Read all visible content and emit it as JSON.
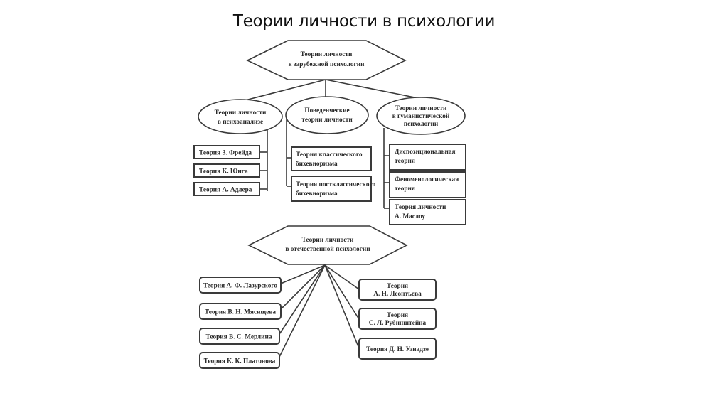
{
  "slide": {
    "title": "Теории личности в психологии"
  },
  "foreign": {
    "root": {
      "line1": "Теории личности",
      "line2": "в зарубежной психологии"
    },
    "branches": [
      {
        "label_lines": [
          "Теории личности",
          "в психоанализе"
        ],
        "items": [
          {
            "lines": [
              "Теория З. Фрейда"
            ]
          },
          {
            "lines": [
              "Теория К. Юнга"
            ]
          },
          {
            "lines": [
              "Теория А. Адлера"
            ]
          }
        ]
      },
      {
        "label_lines": [
          "Поведенческие",
          "теории личности"
        ],
        "items": [
          {
            "lines": [
              "Теория классического",
              "бихевиоризма"
            ]
          },
          {
            "lines": [
              "Теория постклассического",
              "бихевиоризма"
            ]
          }
        ]
      },
      {
        "label_lines": [
          "Теории личности",
          "в гуманистической",
          "психологии"
        ],
        "items": [
          {
            "lines": [
              "Диспозициональная",
              "теория"
            ]
          },
          {
            "lines": [
              "Феноменологическая",
              "теория"
            ]
          },
          {
            "lines": [
              "Теория личности",
              "А. Маслоу"
            ]
          }
        ]
      }
    ]
  },
  "domestic": {
    "root": {
      "line1": "Теории личности",
      "line2": "в отечественной психологии"
    },
    "left_items": [
      {
        "lines": [
          "Теория А. Ф. Лазурского"
        ]
      },
      {
        "lines": [
          "Теория В. Н. Мясищева"
        ]
      },
      {
        "lines": [
          "Теория В. С. Мерлина"
        ]
      },
      {
        "lines": [
          "Теория К. К. Платонова"
        ]
      }
    ],
    "right_items": [
      {
        "lines": [
          "Теория",
          "А. Н. Леонтьева"
        ]
      },
      {
        "lines": [
          "Теория",
          "С. Л. Рубинштейна"
        ]
      },
      {
        "lines": [
          "Теория Д. Н. Узнадзе"
        ]
      }
    ]
  }
}
